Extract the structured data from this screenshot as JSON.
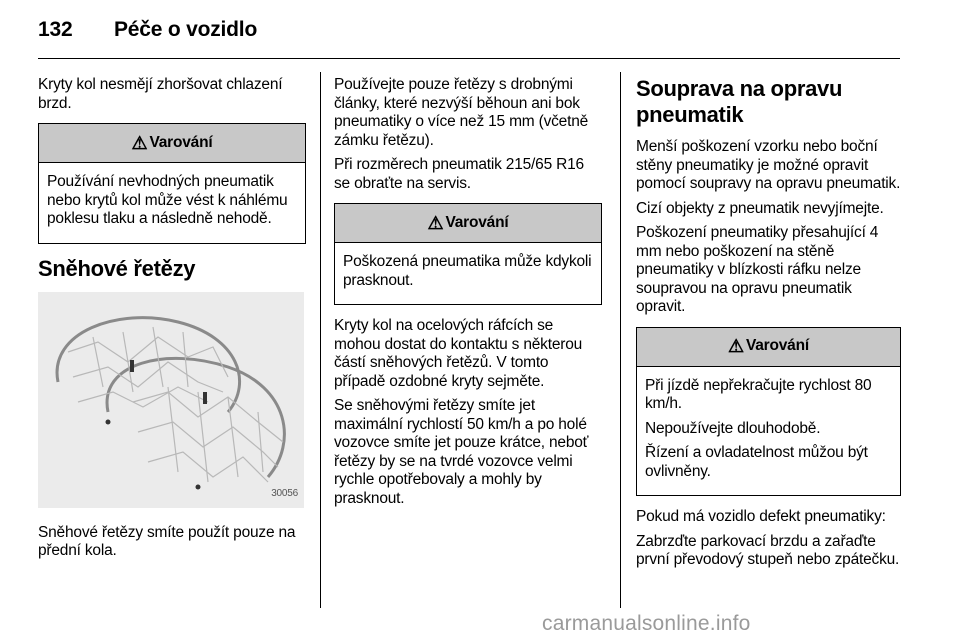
{
  "header": {
    "page_number": "132",
    "title": "Péče o vozidlo"
  },
  "col1": {
    "intro": "Kryty kol nesmějí zhoršovat chlazení brzd.",
    "warning": {
      "heading": "Varování",
      "icon": "warning-triangle-icon",
      "lines": [
        "Používání nevhodných pneumatik nebo krytů kol může vést k náhlému poklesu tlaku a následně nehodě."
      ]
    },
    "section_title": "Sněhové řetězy",
    "figure_number": "30056",
    "caption": "Sněhové řetězy smíte použít pouze na přední kola."
  },
  "col2": {
    "p1": "Používejte pouze řetězy s drobnými články, které nezvýší běhoun ani bok pneumatiky o více než 15 mm (včetně zámku řetězu).",
    "p2": "Při rozměrech pneumatik 215/65 R16 se obraťte na servis.",
    "warning": {
      "heading": "Varování",
      "icon": "warning-triangle-icon",
      "lines": [
        "Poškozená pneumatika může kdykoli prasknout."
      ]
    },
    "p3": "Kryty kol na ocelových ráfcích se mohou dostat do kontaktu s některou částí sněhových řetězů. V tomto případě ozdobné kryty sejměte.",
    "p4": "Se sněhovými řetězy smíte jet maximální rychlostí 50 km/h a po holé vozovce smíte jet pouze krátce, neboť řetězy by se na tvrdé vozovce velmi rychle opotřebovaly a mohly by prasknout."
  },
  "col3": {
    "section_title": "Souprava na opravu pneumatik",
    "p1": "Menší poškození vzorku nebo boční stěny pneumatiky je možné opravit pomocí soupravy na opravu pneumatik.",
    "p2": "Cizí objekty z pneumatik nevyjímejte.",
    "p3": "Poškození pneumatiky přesahující 4 mm nebo poškození na stěně pneumatiky v blízkosti ráfku nelze soupravou na opravu pneumatik opravit.",
    "warning": {
      "heading": "Varování",
      "icon": "warning-triangle-icon",
      "lines": [
        "Při jízdě nepřekračujte rychlost 80 km/h.",
        "Nepoužívejte dlouhodobě.",
        "Řízení a ovladatelnost můžou být ovlivněny."
      ]
    },
    "p4": "Pokud má vozidlo defekt pneumatiky:",
    "p5": "Zabrzďte parkovací brzdu a zařaďte první převodový stupeň nebo zpátečku."
  },
  "watermark": "carmanualsonline.info"
}
